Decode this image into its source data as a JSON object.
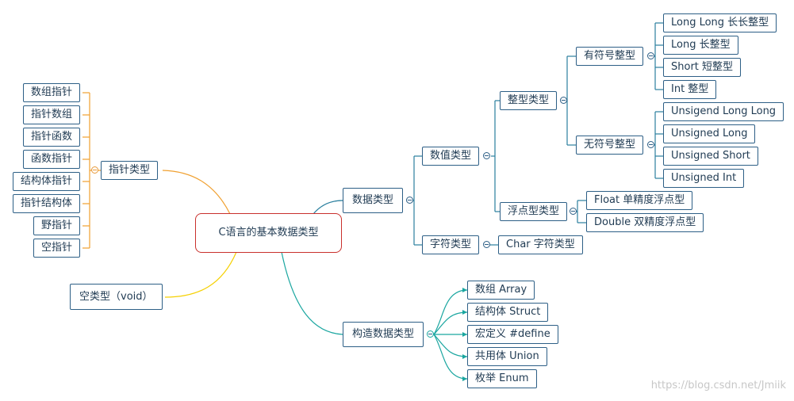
{
  "root": "C语言的基本数据类型",
  "pointer": {
    "label": "指针类型",
    "children": [
      "数组指针",
      "指针数组",
      "指针函数",
      "函数指针",
      "结构体指针",
      "指针结构体",
      "野指针",
      "空指针"
    ]
  },
  "void_type": "空类型（void）",
  "data_types": {
    "label": "数据类型",
    "numeric": {
      "label": "数值类型",
      "integer": {
        "label": "整型类型",
        "signed": {
          "label": "有符号整型",
          "children": [
            "Long Long  长长整型",
            "Long  长整型",
            "Short  短整型",
            "Int   整型"
          ]
        },
        "unsigned": {
          "label": "无符号整型",
          "children": [
            "Unsigend Long Long",
            "Unsigned Long",
            "Unsigned Short",
            "Unsigned Int"
          ]
        }
      },
      "float": {
        "label": "浮点型类型",
        "children": [
          "Float  单精度浮点型",
          "Double   双精度浮点型"
        ]
      }
    },
    "char": {
      "label": "字符类型",
      "children": [
        "Char   字符类型"
      ]
    }
  },
  "constructed": {
    "label": "构造数据类型",
    "children": [
      "数组    Array",
      "结构体  Struct",
      "宏定义   #define",
      "共用体   Union",
      "枚举  Enum"
    ]
  },
  "watermark": "https://blog.csdn.net/Jmiik",
  "colors": {
    "pointer_branch": "#f0a030",
    "void_branch": "#f5d000",
    "data_branch": "#2a7f9e",
    "constructed_branch": "#1aa6a0",
    "node_border": "#2d5f86",
    "root_border": "#c9302c"
  }
}
